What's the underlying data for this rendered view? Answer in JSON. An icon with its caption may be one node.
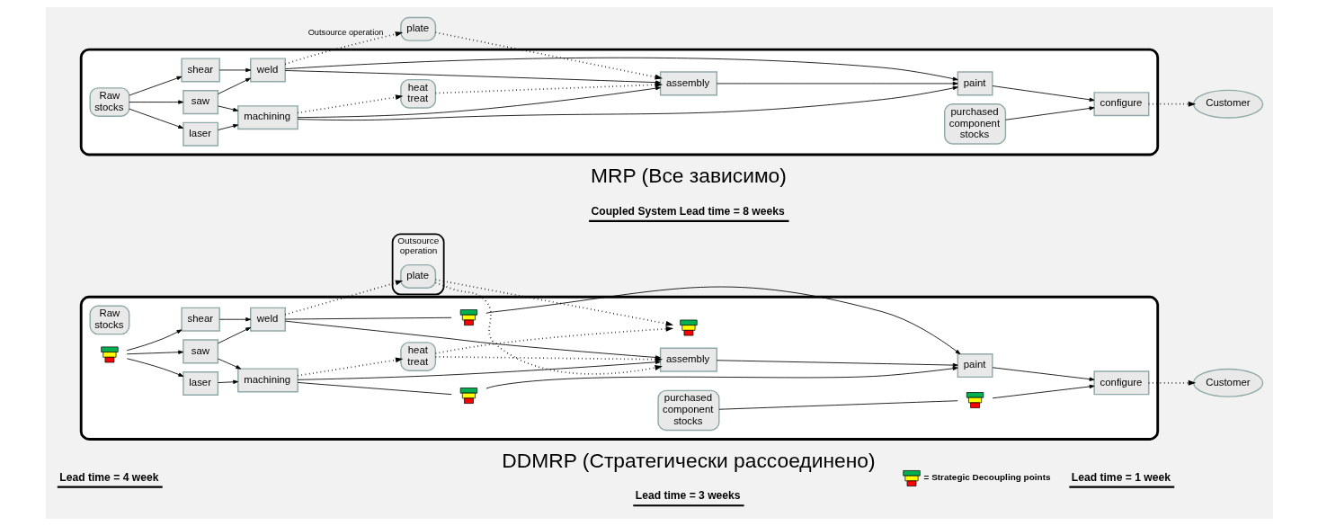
{
  "diagram": {
    "nodes": [
      {
        "text": [
          "plate"
        ]
      },
      {
        "text": [],
        "shape": "box"
      },
      {
        "text": [
          "Raw stocks"
        ],
        "in": 1
      },
      {
        "text": [
          "shear"
        ],
        "in": 1
      },
      {
        "text": [
          "saw"
        ],
        "in": 1
      },
      {
        "text": [
          "laser"
        ],
        "in": 1
      },
      {
        "text": [
          "weld"
        ],
        "in": 1
      },
      {
        "text": [
          "machining"
        ],
        "in": 1
      },
      {
        "text": [
          "assembly"
        ],
        "in": 1
      },
      {
        "text": [
          "paint"
        ],
        "in": 1
      },
      {
        "text": [
          "configure"
        ],
        "in": 1
      },
      {
        "text": [
          "heat treat"
        ],
        "in": 1
      },
      {
        "text": [
          "purchased component stocks"
        ],
        "in": 1
      },
      {
        "text": [
          "Customer"
        ]
      },
      {
        "text": [
          "Outsource operation"
        ]
      },
      {
        "text": [
          "plate"
        ],
        "in": 14
      },
      {
        "text": [],
        "shape": "box"
      },
      {
        "text": [
          "Raw stocks"
        ],
        "in": 16
      },
      {
        "text": [],
        "shape": "trapezoid",
        "in": 16
      },
      {
        "text": [
          "shear"
        ],
        "in": 16
      },
      {
        "text": [
          "saw"
        ],
        "in": 16
      },
      {
        "text": [
          "laser"
        ],
        "in": 16
      },
      {
        "text": [
          "weld"
        ],
        "in": 16
      },
      {
        "text": [
          "machining"
        ],
        "in": 16
      },
      {
        "text": [],
        "shape": "trapezoid",
        "in": 16
      },
      {
        "text": [
          "assembly"
        ],
        "in": 16
      },
      {
        "text": [],
        "shape": "trapezoid",
        "in": 16
      },
      {
        "text": [
          "paint"
        ],
        "in": 16
      },
      {
        "text": [
          "configure"
        ],
        "in": 16
      },
      {
        "text": [],
        "shape": "trapezoid",
        "in": 16
      },
      {
        "text": [],
        "shape": "trapezoid",
        "in": 16
      },
      {
        "text": [
          "heat treat"
        ],
        "in": 16
      },
      {
        "text": [
          "purchased component stocks"
        ],
        "in": 16
      },
      {
        "text": [
          "Customer"
        ]
      }
    ],
    "edges": [
      {
        "from": 6,
        "to": 0,
        "arrow": "to",
        "style": "dashed",
        "label": "Outsource operation"
      },
      {
        "from": 0,
        "to": 8,
        "arrow": "to",
        "style": "dashed"
      },
      {
        "from": 2,
        "to": 3,
        "arrow": "to"
      },
      {
        "from": 2,
        "to": 4,
        "arrow": "to"
      },
      {
        "from": 2,
        "to": 5,
        "arrow": "to"
      },
      {
        "from": 3,
        "to": 6,
        "arrow": "to"
      },
      {
        "from": 4,
        "to": 6,
        "arrow": "to"
      },
      {
        "from": 4,
        "to": 7,
        "arrow": "to"
      },
      {
        "from": 5,
        "to": 7,
        "arrow": "to"
      },
      {
        "from": 6,
        "to": 8,
        "arrow": "to"
      },
      {
        "from": 7,
        "to": 8,
        "arrow": "to"
      },
      {
        "from": 6,
        "to": 9,
        "arrow": "to"
      },
      {
        "from": 7,
        "to": 9,
        "arrow": "to"
      },
      {
        "from": 8,
        "to": 9,
        "arrow": "to"
      },
      {
        "from": 9,
        "to": 10,
        "arrow": "to"
      },
      {
        "from": 10,
        "to": 13,
        "arrow": "to",
        "style": "dashed"
      },
      {
        "from": 7,
        "to": 11,
        "arrow": "to",
        "style": "dashed"
      },
      {
        "from": 11,
        "to": 8,
        "arrow": "to",
        "style": "dashed"
      },
      {
        "from": 12,
        "to": 10,
        "arrow": "to"
      },
      {
        "from": 22,
        "to": 15,
        "arrow": "to",
        "style": "dashed"
      },
      {
        "from": 15,
        "to": 24,
        "arrow": "to",
        "style": "dashed"
      },
      {
        "from": 15,
        "to": 25,
        "arrow": "to",
        "style": "dashed"
      },
      {
        "from": 18,
        "to": 19,
        "arrow": "to"
      },
      {
        "from": 18,
        "to": 20,
        "arrow": "to"
      },
      {
        "from": 18,
        "to": 21,
        "arrow": "to"
      },
      {
        "from": 19,
        "to": 22,
        "arrow": "to"
      },
      {
        "from": 20,
        "to": 22,
        "arrow": "to"
      },
      {
        "from": 20,
        "to": 23,
        "arrow": "to"
      },
      {
        "from": 21,
        "to": 23,
        "arrow": "to"
      },
      {
        "from": 22,
        "to": 25,
        "arrow": "to"
      },
      {
        "from": 23,
        "to": 25,
        "arrow": "to"
      },
      {
        "from": 22,
        "to": 26,
        "arrow": "none"
      },
      {
        "from": 26,
        "to": 27,
        "arrow": "to"
      },
      {
        "from": 23,
        "to": 29,
        "arrow": "none"
      },
      {
        "from": 29,
        "to": 27,
        "arrow": "to"
      },
      {
        "from": 25,
        "to": 27,
        "arrow": "to"
      },
      {
        "from": 27,
        "to": 28,
        "arrow": "to"
      },
      {
        "from": 28,
        "to": 33,
        "arrow": "to",
        "style": "dashed"
      },
      {
        "from": 23,
        "to": 31,
        "arrow": "to",
        "style": "dashed"
      },
      {
        "from": 31,
        "to": 24,
        "arrow": "to",
        "style": "dashed"
      },
      {
        "from": 31,
        "to": 25,
        "arrow": "to",
        "style": "dashed"
      },
      {
        "from": 32,
        "to": 30,
        "arrow": "none"
      },
      {
        "from": 30,
        "to": 28,
        "arrow": "to"
      }
    ],
    "labels": [
      "MRP (Все зависимо)",
      "Coupled System Lead time = 8 weeks",
      "DDMRP (Стратегически рассоединено)",
      "Lead time = 4 week",
      "Lead time = 3 weeks",
      "Lead time = 1 week"
    ],
    "legend": [
      {
        "text": "= Strategic Decoupling points"
      }
    ]
  }
}
